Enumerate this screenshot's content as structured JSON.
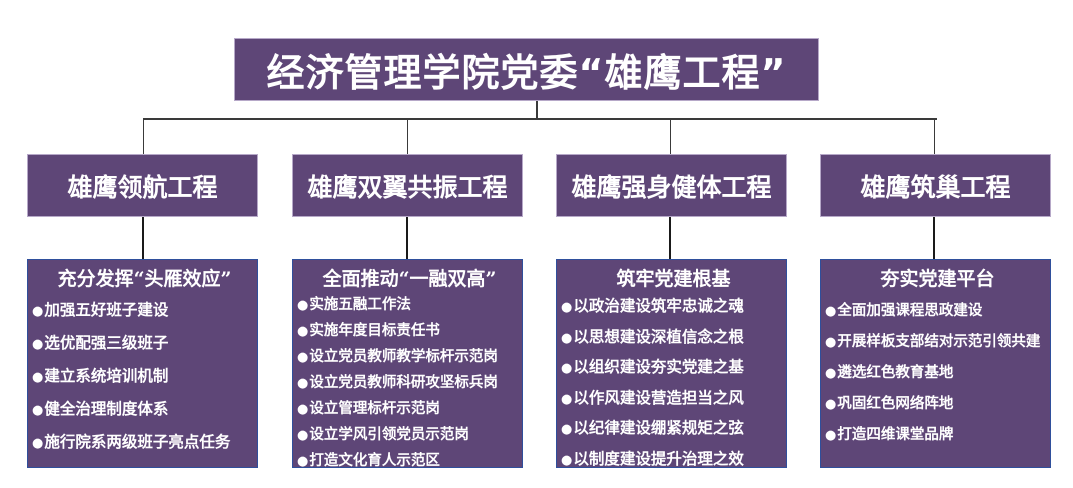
{
  "title": "经济管理学院党委“雄鹰工程”",
  "colors": {
    "box_fill": "#5e4677",
    "header_border": "#b6a8c8",
    "detail_border": "#2f4f9c",
    "text": "#ffffff",
    "connector": "#3a3a3a"
  },
  "projects": [
    {
      "name": "雄鹰领航工程",
      "subtitle": "充分发挥“头雁效应”",
      "items": [
        "加强五好班子建设",
        "选优配强三级班子",
        "建立系统培训机制",
        "健全治理制度体系",
        "施行院系两级班子亮点任务"
      ]
    },
    {
      "name": "雄鹰双翼共振工程",
      "subtitle": "全面推动“一融双高”",
      "items": [
        "实施五融工作法",
        "实施年度目标责任书",
        "设立党员教师教学标杆示范岗",
        "设立党员教师科研攻坚标兵岗",
        "设立管理标杆示范岗",
        "设立学风引领党员示范岗",
        "打造文化育人示范区"
      ]
    },
    {
      "name": "雄鹰强身健体工程",
      "subtitle": "筑牢党建根基",
      "items": [
        "以政治建设筑牢忠诚之魂",
        "以思想建设深植信念之根",
        "以组织建设夯实党建之基",
        "以作风建设营造担当之风",
        "以纪律建设绷紧规矩之弦",
        "以制度建设提升治理之效"
      ]
    },
    {
      "name": "雄鹰筑巢工程",
      "subtitle": "夯实党建平台",
      "items": [
        "全面加强课程思政建设",
        "开展样板支部结对示范引领共建",
        "遴选红色教育基地",
        "巩固红色网络阵地",
        "打造四维课堂品牌"
      ]
    }
  ]
}
